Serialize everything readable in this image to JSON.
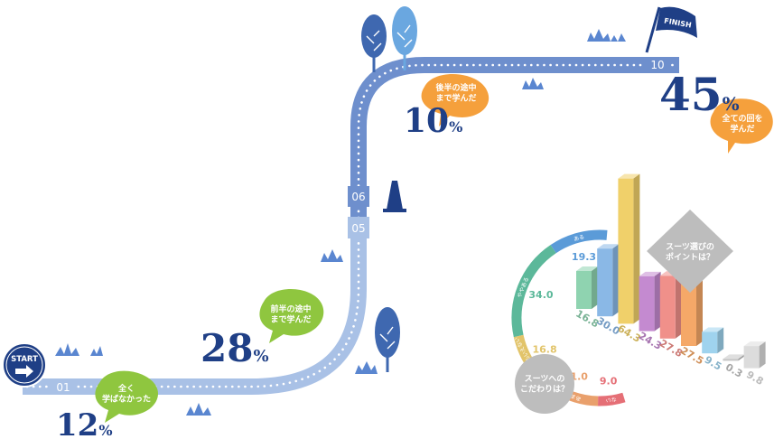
{
  "colors": {
    "navy": "#1f3f86",
    "road_dark": "#6e8fcd",
    "road_light": "#a9c1e6",
    "tree_dark": "#3f68b0",
    "tree_light": "#6aa7e0",
    "grass": "#5a86d0",
    "green_bubble": "#8fc63f",
    "orange_bubble": "#f5a03c"
  },
  "road": {
    "start_label": "START",
    "finish_label": "FINISH",
    "markers": [
      "01",
      "05",
      "06",
      "10"
    ]
  },
  "progress": {
    "none": {
      "label": "全く\n学ばなかった",
      "value": "12",
      "unit": "%"
    },
    "first_half": {
      "label": "前半の途中\nまで学んだ",
      "value": "28",
      "unit": "%"
    },
    "second_half": {
      "label": "後半の途中\nまで学んだ",
      "value": "10",
      "unit": "%"
    },
    "all": {
      "label": "全ての回を\n学んだ",
      "value": "45",
      "unit": "%"
    }
  },
  "chart_data": {
    "type": "bar",
    "bars_title": "スーツ選びの\nポイントは？",
    "bars_values": [
      16.8,
      30.0,
      64.3,
      24.3,
      27.8,
      27.5,
      9.5,
      0.3,
      9.8
    ],
    "bars_colors": [
      "#8fd3b0",
      "#8ab8e6",
      "#f0d06a",
      "#c48ad0",
      "#f0908a",
      "#f5a868",
      "#9fd3ee",
      "#c4c4c4",
      "#dcdcdc"
    ],
    "ring_title": "スーツへの\nこだわりは？",
    "ring_segments": [
      {
        "label": "ある",
        "value": 19.3,
        "color": "#5b9bd8"
      },
      {
        "label": "ややある",
        "value": 34.0,
        "color": "#5cb89a"
      },
      {
        "label": "どちらともいえない",
        "value": 16.8,
        "color": "#e2c46a"
      },
      {
        "label": "あまりない",
        "value": 21.0,
        "color": "#e9a06c"
      },
      {
        "label": "ない",
        "value": 9.0,
        "color": "#e56f76"
      }
    ]
  }
}
